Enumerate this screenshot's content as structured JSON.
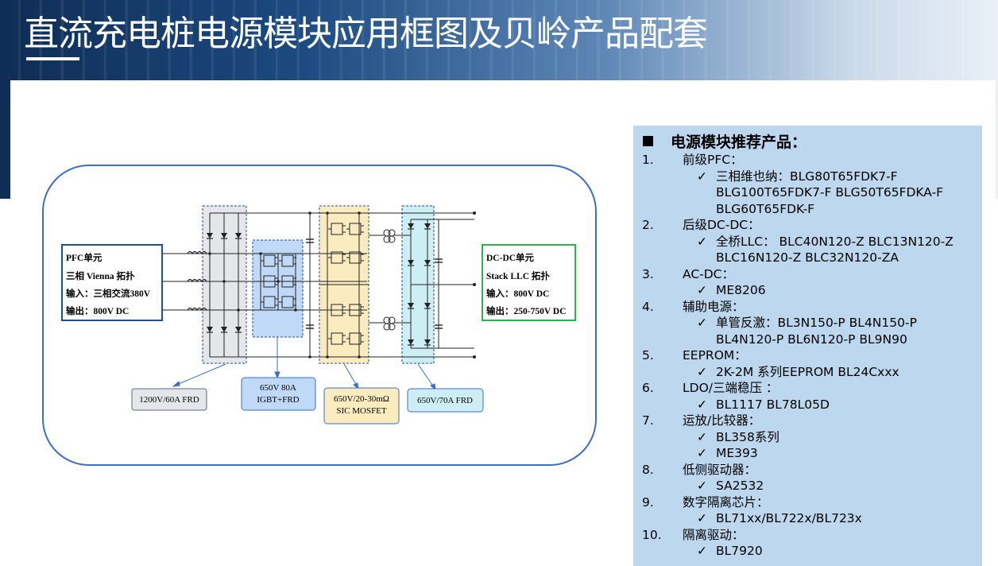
{
  "page": {
    "title": "直流充电桩电源模块应用框图及贝岭产品配套"
  },
  "diagram": {
    "pfc": {
      "title": "PFC单元",
      "line1": "三相 Vienna 拓扑",
      "line2": "输入：三相交流380V",
      "line3": "输出：800V DC"
    },
    "dcdc": {
      "title": "DC-DC单元",
      "line1": "Stack LLC 拓扑",
      "line2": "输入：800V DC",
      "line3": "输出：250-750V DC"
    },
    "callouts": {
      "frd": "1200V/60A FRD",
      "igbt_line1": "650V 80A",
      "igbt_line2": "IGBT+FRD",
      "sic_line1": "650V/20-30mΩ",
      "sic_line2": "SIC MOSFET",
      "frd2": "650V/70A FRD"
    },
    "colors": {
      "gray": "#e4e6ea",
      "blue": "#bfd9f7",
      "yellow": "#fbecc0",
      "cyan": "#cdeef5",
      "pfc_border": "#1f4e96",
      "dcdc_border": "#2bb24c"
    }
  },
  "products": {
    "heading": "电源模块推荐产品：",
    "items": [
      {
        "num": "1.",
        "label": "前级PFC：",
        "details": [
          "三相维也纳：BLG80T65FDK7-F BLG100T65FDK7-F BLG50T65FDKA-F BLG60T65FDK-F"
        ]
      },
      {
        "num": "2.",
        "label": "后级DC-DC：",
        "details": [
          "全桥LLC： BLC40N120-Z BLC13N120-Z BLC16N120-Z BLC32N120-ZA"
        ]
      },
      {
        "num": "3.",
        "label": "AC-DC：",
        "details": [
          "ME8206"
        ]
      },
      {
        "num": "4.",
        "label": "辅助电源：",
        "details": [
          "单管反激：BL3N150-P BL4N150-P BL4N120-P BL6N120-P BL9N90"
        ]
      },
      {
        "num": "5.",
        "label": "EEPROM：",
        "details": [
          "2K-2M 系列EEPROM BL24Cxxx"
        ]
      },
      {
        "num": "6.",
        "label": "LDO/三端稳压 ：",
        "details": [
          "BL1117 BL78L05D"
        ]
      },
      {
        "num": "7.",
        "label": "运放/比较器：",
        "details": [
          "BL358系列",
          "ME393"
        ]
      },
      {
        "num": "8.",
        "label": "低侧驱动器：",
        "details": [
          "SA2532"
        ]
      },
      {
        "num": "9.",
        "label": "数字隔离芯片：",
        "details": [
          "BL71xx/BL722x/BL723x"
        ]
      },
      {
        "num": "10.",
        "label": "隔离驱动：",
        "details": [
          "BL7920"
        ]
      }
    ]
  }
}
